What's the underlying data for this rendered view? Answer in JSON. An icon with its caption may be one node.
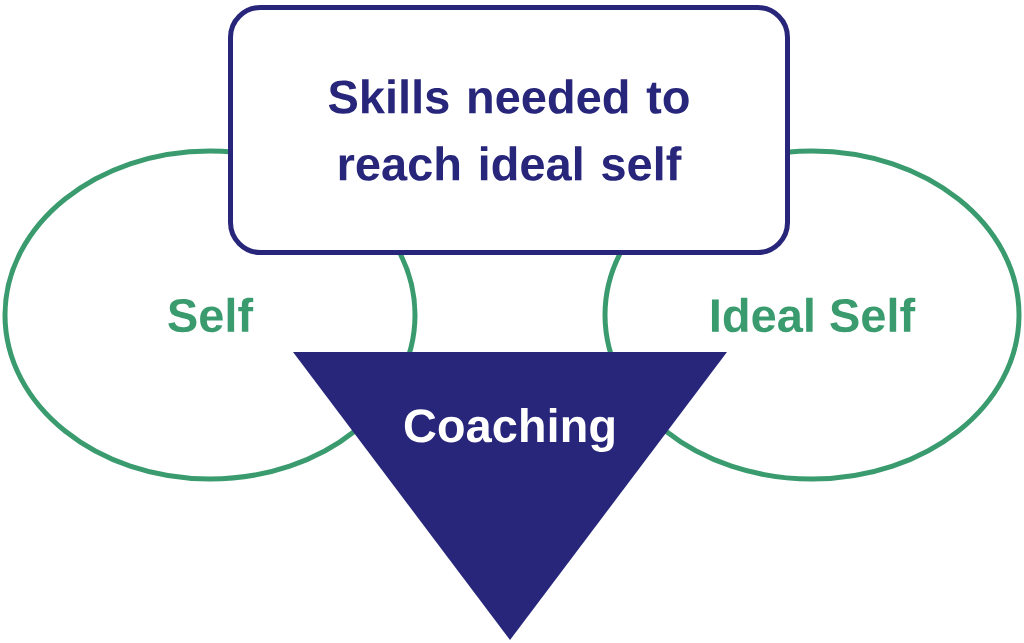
{
  "diagram": {
    "nodes": [
      {
        "text": [
          "Skills needed to reach ideal self"
        ]
      },
      {
        "text": [
          "Self"
        ]
      },
      {
        "text": [
          "Ideal Self"
        ]
      },
      {
        "text": [
          "Coaching"
        ]
      }
    ]
  }
}
